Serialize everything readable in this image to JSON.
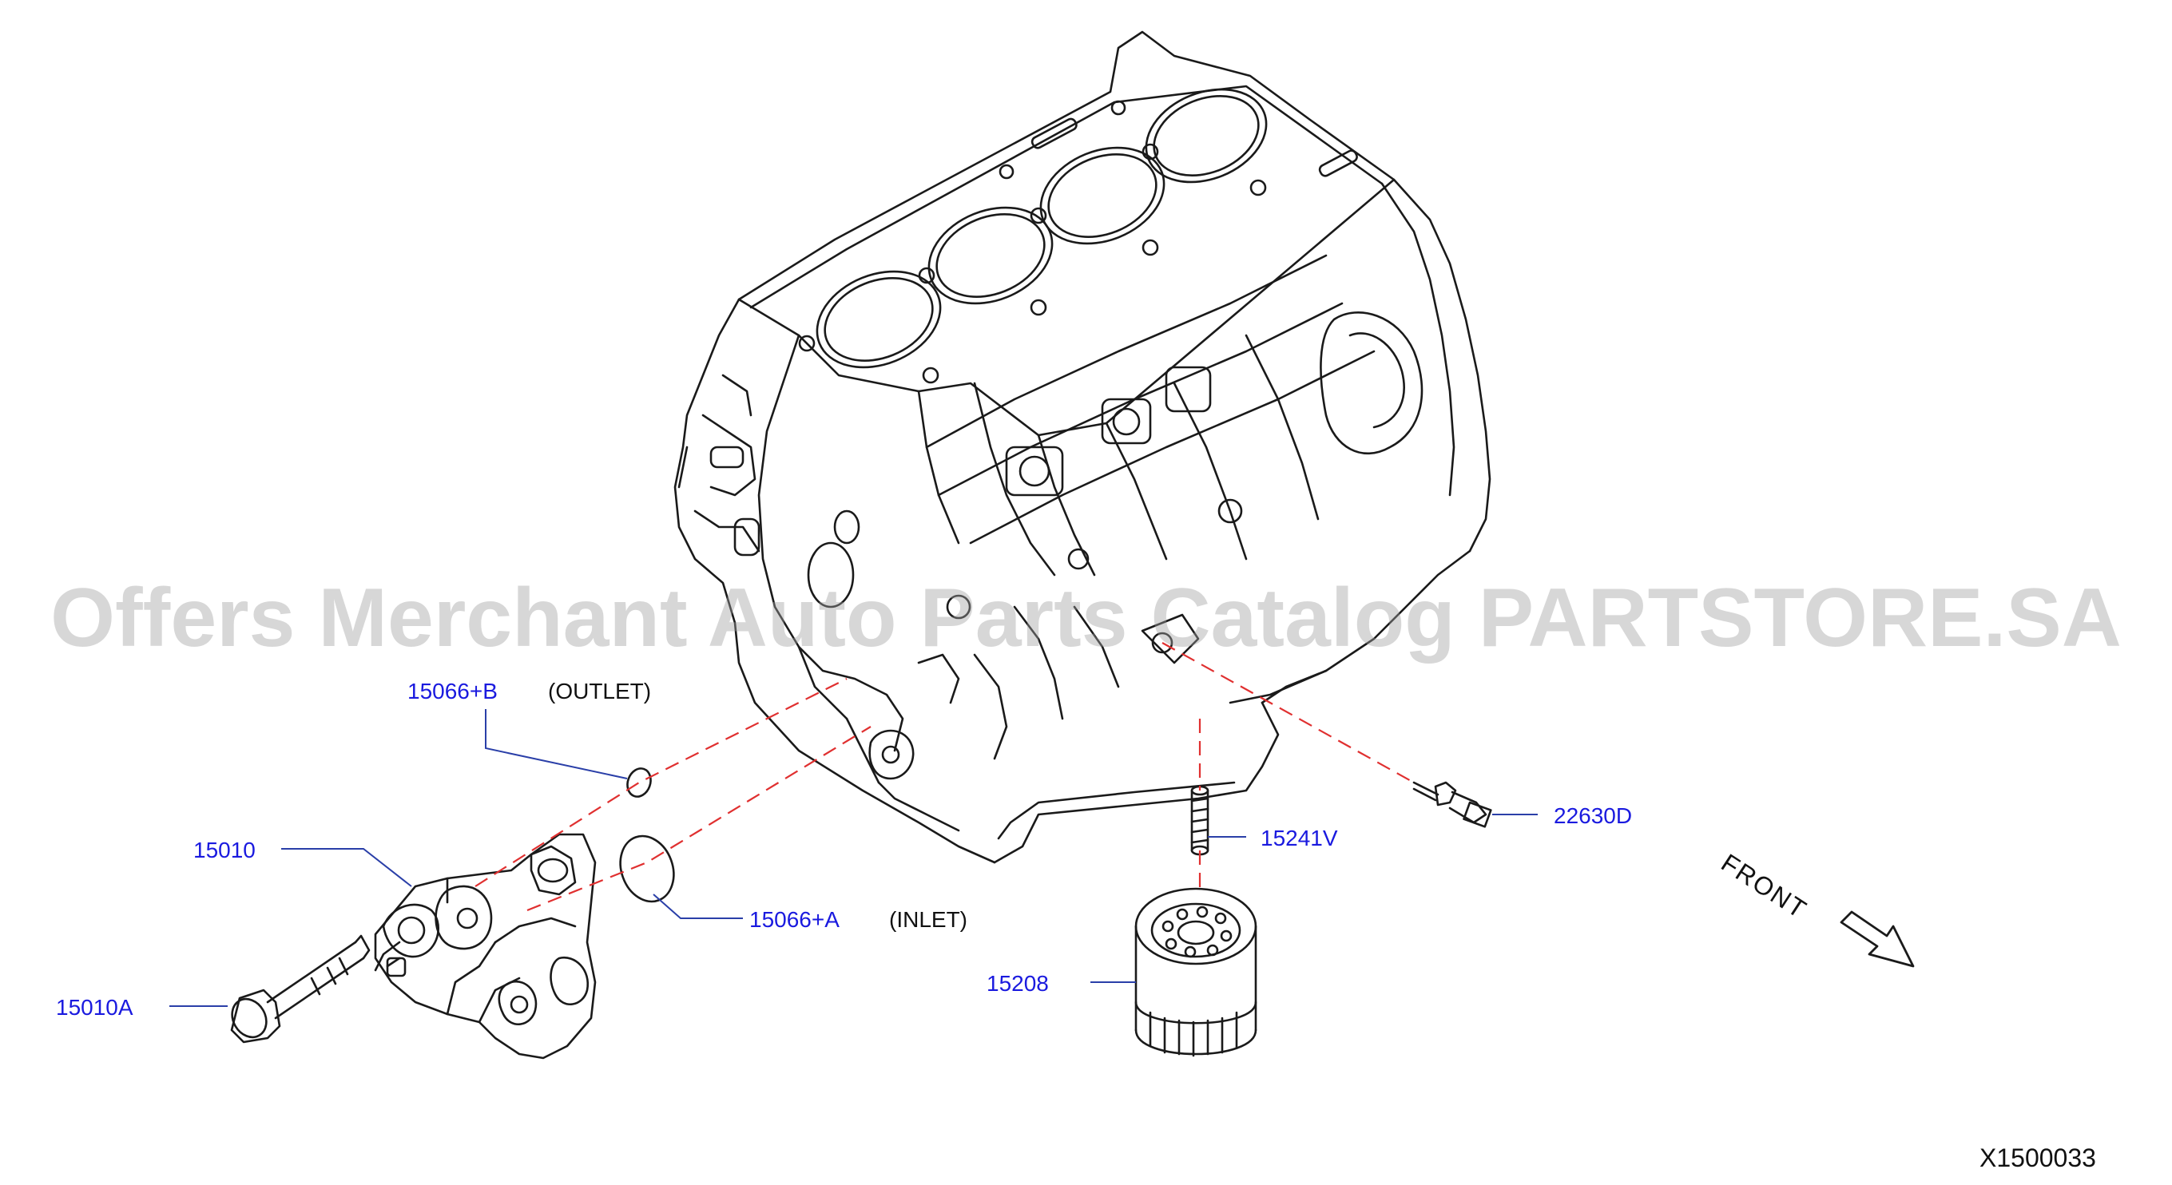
{
  "watermark": "Offers Merchant Auto Parts Catalog PARTSTORE.SA",
  "labels": {
    "p15066b": "15066+B",
    "outlet": "(OUTLET)",
    "p15010": "15010",
    "p15010a": "15010A",
    "p15066a": "15066+A",
    "inlet": "(INLET)",
    "p15241v": "15241V",
    "p15208": "15208",
    "p22630d": "22630D",
    "front": "FRONT"
  },
  "diagram_code": "X1500033",
  "colors": {
    "line_art": "#1a1a1a",
    "callout_text": "#1a1adf",
    "leader_line": "#2a3fa8",
    "dashed_line": "#e03030"
  }
}
